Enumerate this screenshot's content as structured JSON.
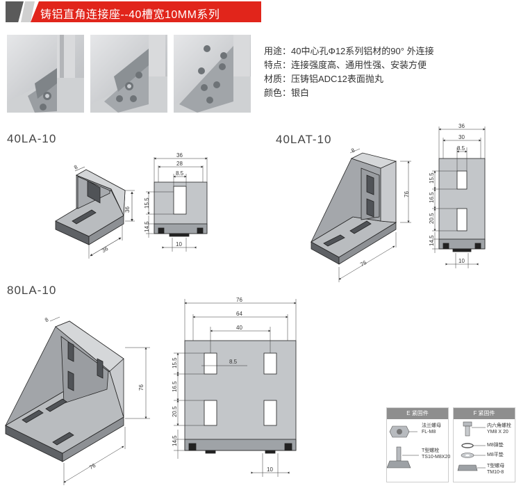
{
  "header": {
    "title": "铸铝直角连接座--40槽宽10MM系列"
  },
  "specs": [
    {
      "text": "用途：40中心孔Φ12系列铝材的90° 外连接"
    },
    {
      "text": "特点：连接强度高、通用性强、安装方便"
    },
    {
      "text": "材质：压铸铝ADC12表面抛丸"
    },
    {
      "text": "颜色：银白"
    }
  ],
  "models": {
    "m1": "40LA-10",
    "m2": "40LAT-10",
    "m3": "80LA-10"
  },
  "dims40LA": {
    "d8": "8",
    "d36a": "36",
    "d36b": "36",
    "w36": "36",
    "w28": "28",
    "w8_5": "8.5",
    "h15_5": "15.5",
    "h14_5": "14.5",
    "b10": "10"
  },
  "dims40LAT": {
    "d8": "8",
    "h76": "76",
    "d76": "76",
    "w36": "36",
    "w30": "30",
    "w8_5": "8.5",
    "h15_5": "15.5",
    "h16_5": "16.5",
    "h20_5": "20.5",
    "h14_5": "14.5",
    "b10": "10"
  },
  "dims80LA": {
    "d8": "8",
    "h76": "76",
    "d76": "76",
    "w76": "76",
    "w64": "64",
    "w40": "40",
    "w8_5": "8.5",
    "h15_5": "15.5",
    "h16_5": "16.5",
    "h20_5": "20.5",
    "h14_5": "14.5",
    "b10": "10"
  },
  "fastenerE": {
    "title": "E 紧固件",
    "items": [
      {
        "name": "法兰螺母",
        "code": "FL-M8"
      },
      {
        "name": "T型螺栓",
        "code": "TS10-M8X20"
      }
    ]
  },
  "fastenerF": {
    "title": "F 紧固件",
    "items": [
      {
        "name": "内六角螺栓",
        "code": "YM8 X 20"
      },
      {
        "name": "M8弹垫",
        "code": ""
      },
      {
        "name": "M8平垫",
        "code": ""
      },
      {
        "name": "T型螺母",
        "code": "TM10-8"
      }
    ]
  }
}
